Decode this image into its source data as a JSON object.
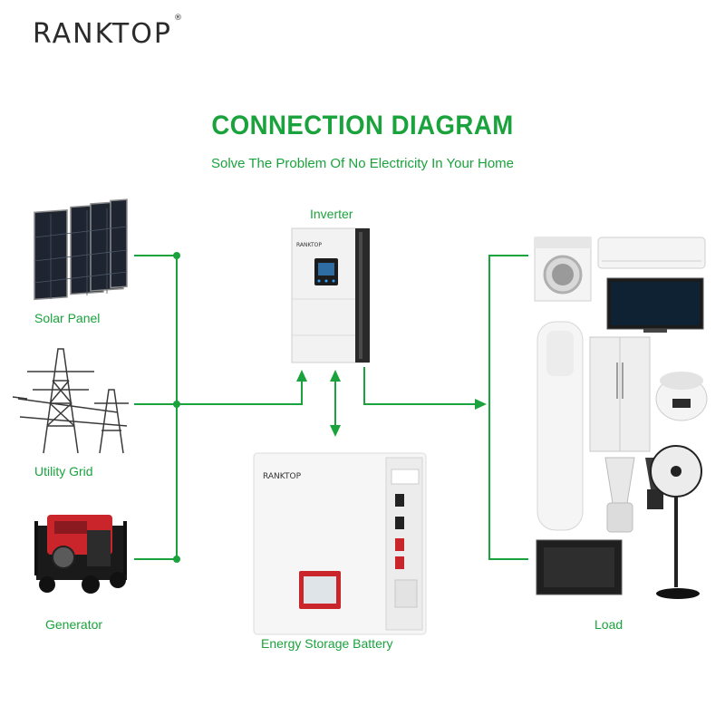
{
  "brand": {
    "logo": "RANKTOP",
    "registered": "®"
  },
  "header": {
    "title": "CONNECTION DIAGRAM",
    "subtitle": "Solve The Problem Of No Electricity In Your Home"
  },
  "sources": {
    "solar": "Solar Panel",
    "grid": "Utility Grid",
    "generator": "Generator"
  },
  "center": {
    "inverter": "Inverter",
    "inverter_brand": "RANKTOP",
    "battery": "Energy Storage Battery",
    "battery_brand": "RANKTOP"
  },
  "load": {
    "label": "Load"
  },
  "colors": {
    "accent": "#1aa33c",
    "text": "#2b2b2b"
  }
}
